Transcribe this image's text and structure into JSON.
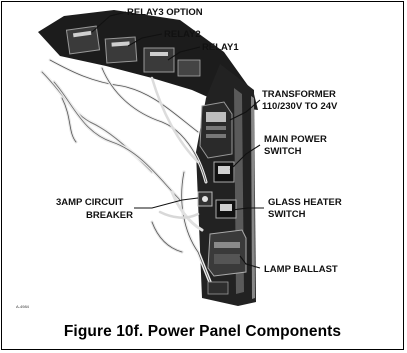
{
  "figure": {
    "labels": {
      "relay3": "RELAY3 OPTION",
      "relay2": "RELAY2",
      "relay1": "RELAY1",
      "transformer_line1": "TRANSFORMER",
      "transformer_line2": "110/230V TO 24V",
      "main_power_line1": "MAIN POWER",
      "main_power_line2": "SWITCH",
      "breaker_line1": "3AMP CIRCUIT",
      "breaker_line2": "BREAKER",
      "heater_line1": "GLASS HEATER",
      "heater_line2": "SWITCH",
      "lamp_ballast": "LAMP BALLAST"
    },
    "part_code": "A-4984"
  },
  "caption": "Figure 10f. Power Panel Components"
}
